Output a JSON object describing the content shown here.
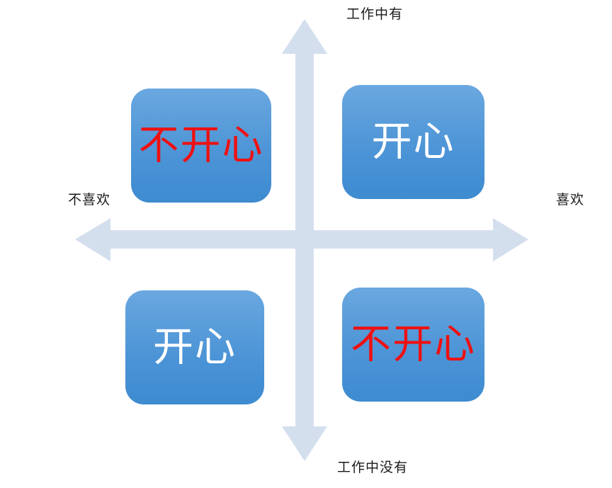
{
  "diagram": {
    "title": "work-preference-quadrant",
    "type": "two-by-two-matrix",
    "axes": {
      "vertical": {
        "top_label": "工作中有",
        "bottom_label": "工作中没有",
        "color": "#d4dfee"
      },
      "horizontal": {
        "left_label": "不喜欢",
        "right_label": "喜欢",
        "color": "#d4dfee"
      }
    },
    "quadrants": [
      {
        "id": "top-left",
        "label": "不开心",
        "text_color": "#ee1111",
        "fill_top": "#6aa8e0",
        "fill_bottom": "#3e8bd0"
      },
      {
        "id": "top-right",
        "label": "开心",
        "text_color": "#ffffff",
        "fill_top": "#6aa8e0",
        "fill_bottom": "#3e8bd0"
      },
      {
        "id": "bottom-left",
        "label": "开心",
        "text_color": "#ffffff",
        "fill_top": "#6aa8e0",
        "fill_bottom": "#3e8bd0"
      },
      {
        "id": "bottom-right",
        "label": "不开心",
        "text_color": "#ee1111",
        "fill_top": "#6aa8e0",
        "fill_bottom": "#3e8bd0"
      }
    ]
  }
}
